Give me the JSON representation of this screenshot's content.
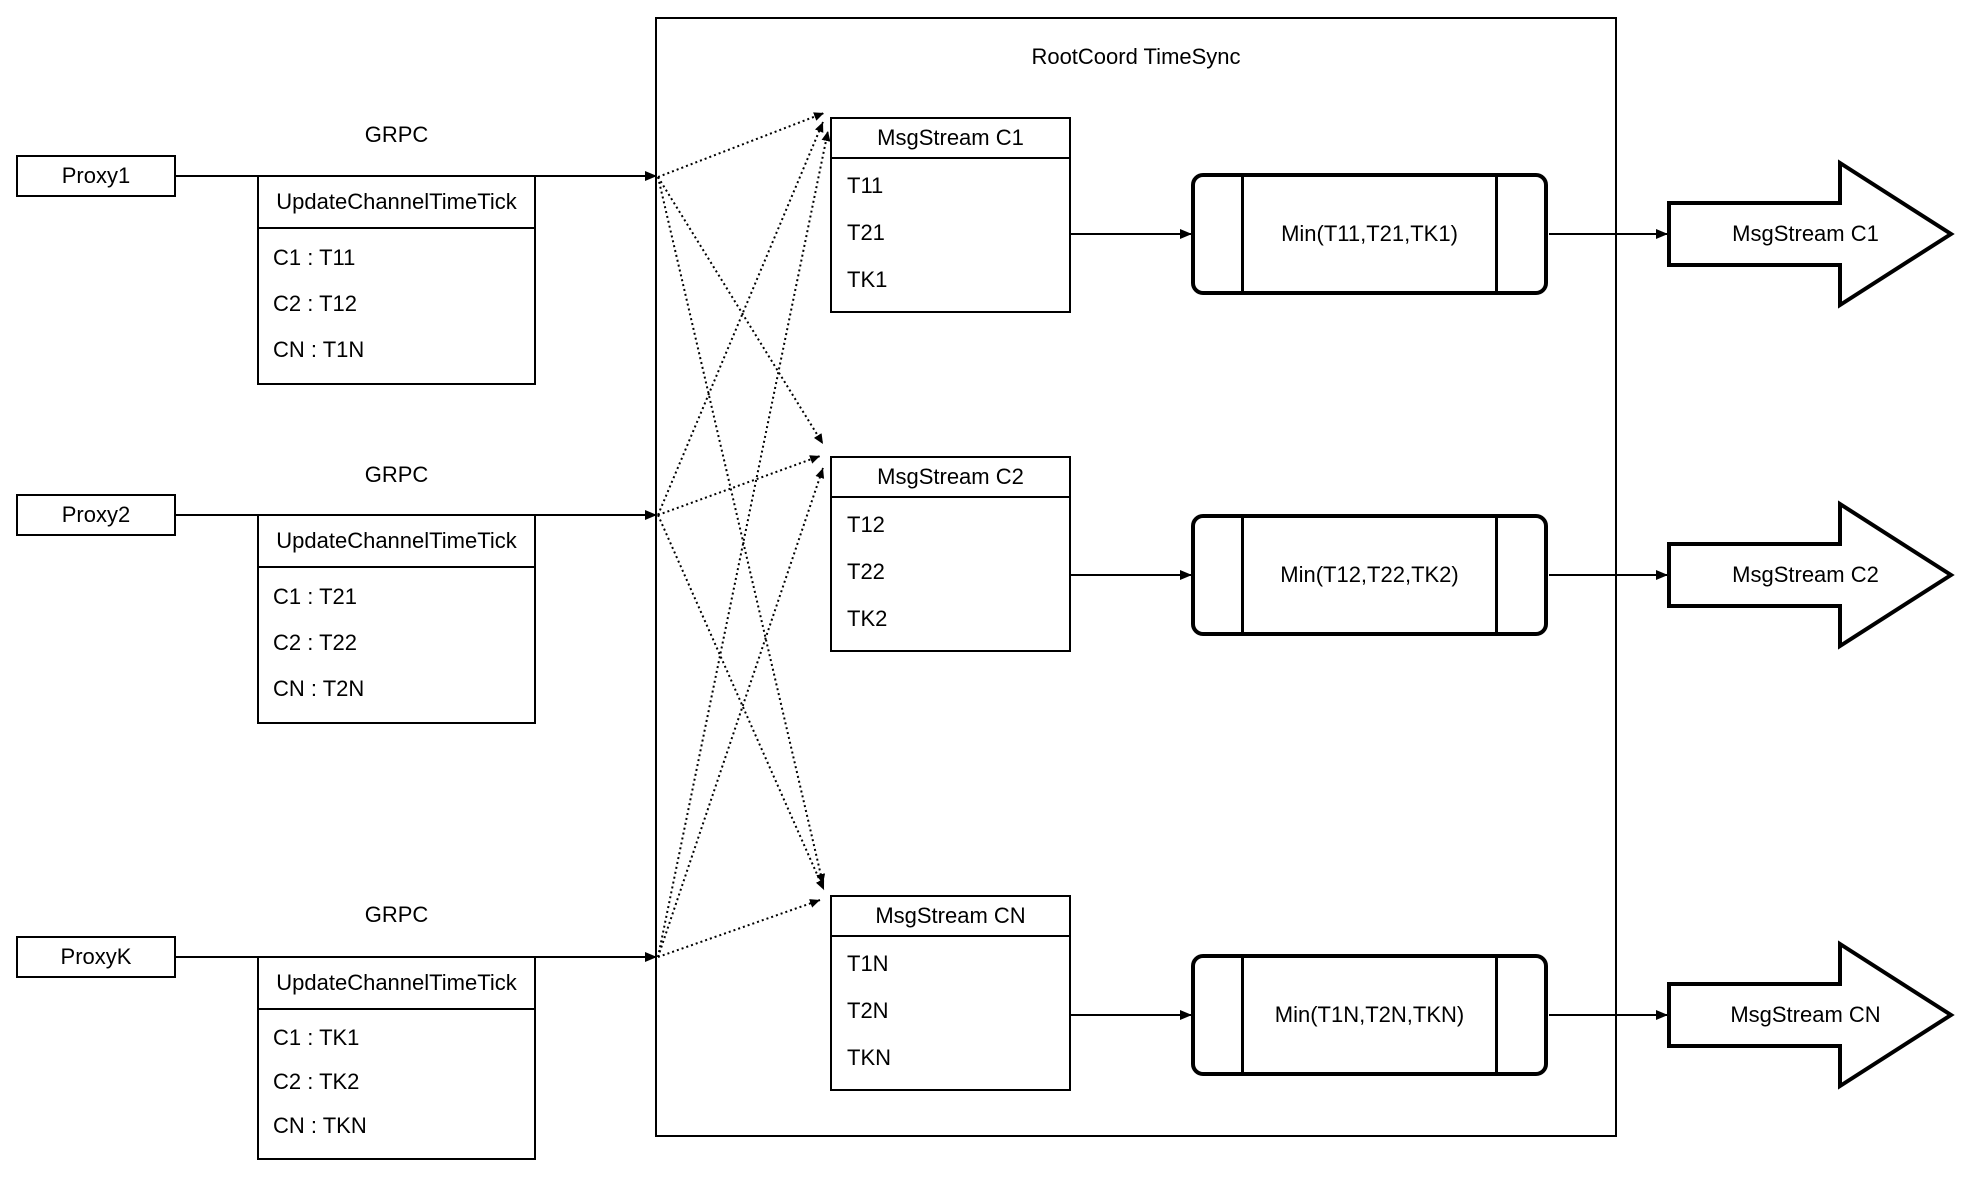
{
  "title": "RootCoord TimeSync",
  "proxies": [
    {
      "name": "Proxy1",
      "protocol": "GRPC",
      "table": {
        "header": "UpdateChannelTimeTick",
        "rows": [
          "C1 : T11",
          "C2 : T12",
          "CN : T1N"
        ]
      }
    },
    {
      "name": "Proxy2",
      "protocol": "GRPC",
      "table": {
        "header": "UpdateChannelTimeTick",
        "rows": [
          "C1 : T21",
          "C2 : T22",
          "CN : T2N"
        ]
      }
    },
    {
      "name": "ProxyK",
      "protocol": "GRPC",
      "table": {
        "header": "UpdateChannelTimeTick",
        "rows": [
          "C1 : TK1",
          "C2 : TK2",
          "CN : TKN"
        ]
      }
    }
  ],
  "timesync": {
    "streams": [
      {
        "header": "MsgStream C1",
        "rows": [
          "T11",
          "T21",
          "TK1"
        ],
        "min_label": "Min(T11,T21,TK1)",
        "output_label": "MsgStream C1"
      },
      {
        "header": "MsgStream C2",
        "rows": [
          "T12",
          "T22",
          "TK2"
        ],
        "min_label": "Min(T12,T22,TK2)",
        "output_label": "MsgStream C2"
      },
      {
        "header": "MsgStream CN",
        "rows": [
          "T1N",
          "T2N",
          "TKN"
        ],
        "min_label": "Min(T1N,T2N,TKN)",
        "output_label": "MsgStream CN"
      }
    ]
  },
  "colors": {
    "stroke": "#000000",
    "background": "#ffffff"
  }
}
